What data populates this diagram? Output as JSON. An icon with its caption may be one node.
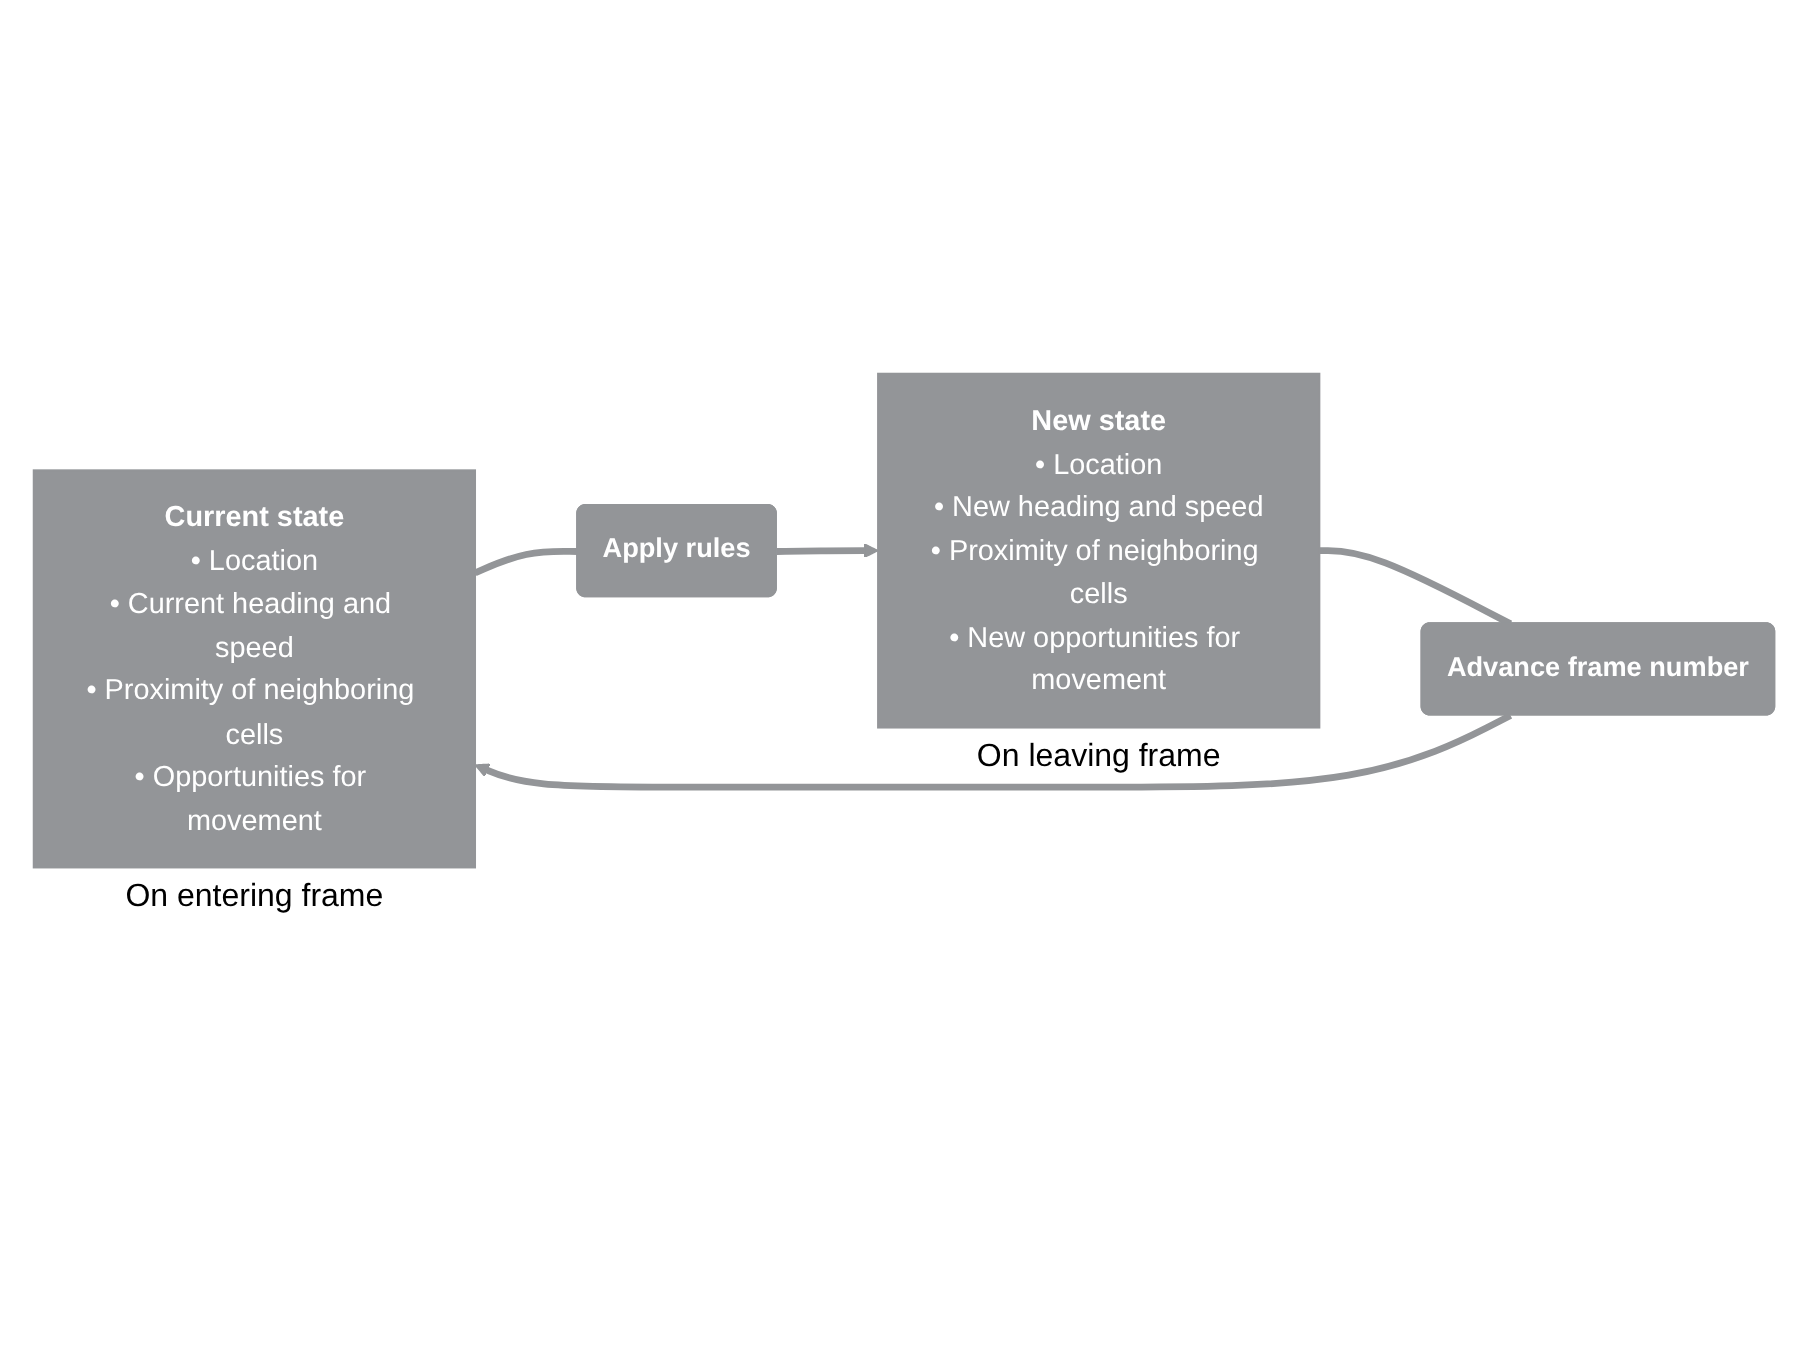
{
  "diagram": {
    "nodes": [
      {
        "text": [
          "Current state",
          "• Location",
          "• Current heading and speed",
          "• Proximity of neighboring cells",
          "• Opportunities for movement"
        ],
        "beside": [
          "On entering frame"
        ]
      },
      {
        "text": [
          "Apply rules"
        ]
      },
      {
        "text": [
          "New state",
          "• Location",
          "• New heading and speed",
          "• Proximity of neighboring cells",
          "• New opportunities for movement"
        ],
        "beside": [
          "On leaving frame"
        ]
      },
      {
        "text": [
          "Advance frame number"
        ]
      }
    ],
    "edges": [
      {
        "from": 0,
        "to": 1,
        "arrow": "none"
      },
      {
        "from": 1,
        "to": 2,
        "arrow": "to"
      },
      {
        "from": 2,
        "to": 3,
        "arrow": "none"
      },
      {
        "from": 3,
        "to": 0,
        "arrow": "to"
      }
    ]
  }
}
